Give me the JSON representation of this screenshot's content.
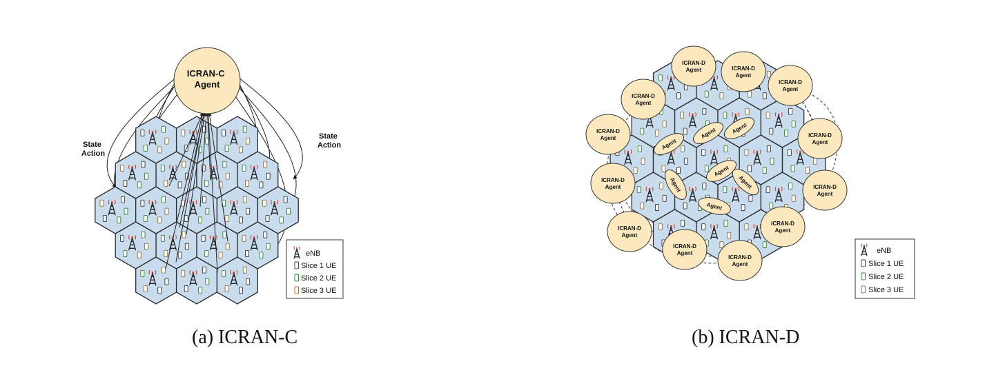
{
  "panel_a": {
    "central_agent": "ICRAN-C\nAgent",
    "left_label": "State\nAction",
    "right_label": "State\nAction",
    "caption": "(a) ICRAN-C",
    "legend": {
      "enb": "eNB",
      "slice1": "Slice 1 UE",
      "slice2": "Slice 2 UE",
      "slice3": "Slice 3 UE"
    }
  },
  "panel_b": {
    "outer_agent": "ICRAN-D\nAgent",
    "inner_agent": "Agent",
    "caption": "(b) ICRAN-D",
    "legend": {
      "enb": "eNB",
      "slice1": "Slice 1 UE",
      "slice2": "Slice 2 UE",
      "slice3": "Slice 3 UE"
    }
  },
  "colors": {
    "hex_fill": "#c9dcee",
    "agent_fill": "#fbe8bf",
    "antenna_red": "#c0392b",
    "slice1": "#333333",
    "slice2": "#2e7d32",
    "slice3": "#8d6e3a"
  }
}
